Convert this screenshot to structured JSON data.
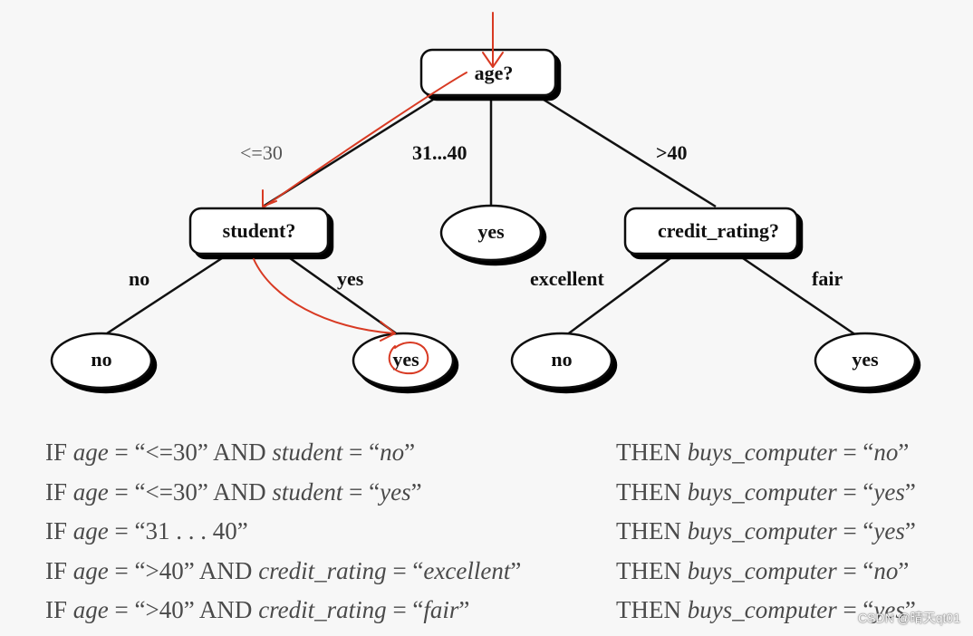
{
  "nodes": {
    "age": "age?",
    "student": "student?",
    "middle_yes": "yes",
    "credit": "credit_rating?",
    "leaf_no_left": "no",
    "leaf_yes_student": "yes",
    "leaf_no_credit": "no",
    "leaf_yes_credit": "yes"
  },
  "edges": {
    "age_le30": "<=30",
    "age_31_40": "31...40",
    "age_gt40": ">40",
    "student_no": "no",
    "student_yes": "yes",
    "credit_excellent": "excellent",
    "credit_fair": "fair"
  },
  "rules": [
    {
      "if": "IF",
      "a1": "age",
      "eq1": " = “<=30” AND ",
      "a2": "student",
      "eq2": " = “",
      "v2": "no",
      "q2": "”",
      "then": "THEN",
      "target": "buys_computer",
      "eq3": " = “",
      "v3": "no",
      "q3": "”"
    },
    {
      "if": "IF",
      "a1": "age",
      "eq1": " = “<=30” AND ",
      "a2": "student",
      "eq2": " = “",
      "v2": "yes",
      "q2": "”",
      "then": "THEN",
      "target": "buys_computer",
      "eq3": " = “",
      "v3": "yes",
      "q3": "”"
    },
    {
      "if": "IF",
      "a1": "age",
      "eq1": " = “31 . . . 40”",
      "a2": "",
      "eq2": "",
      "v2": "",
      "q2": "",
      "then": "THEN",
      "target": "buys_computer",
      "eq3": " = “",
      "v3": "yes",
      "q3": "”"
    },
    {
      "if": "IF",
      "a1": "age",
      "eq1": " = “>40” AND ",
      "a2": "credit_rating",
      "eq2": " = “",
      "v2": "excellent",
      "q2": "”",
      "then": "THEN",
      "target": "buys_computer",
      "eq3": " = “",
      "v3": "no",
      "q3": "”"
    },
    {
      "if": "IF",
      "a1": "age",
      "eq1": " = “>40” AND ",
      "a2": "credit_rating",
      "eq2": " = “",
      "v2": "fair",
      "q2": "”",
      "then": "THEN",
      "target": "buys_computer",
      "eq3": " = “",
      "v3": "yes",
      "q3": "”"
    }
  ],
  "watermark": "CSDN @晴天qt01",
  "colors": {
    "annotation": "#d83a23",
    "line": "#111111",
    "rule_text": "#4a4a4a"
  }
}
